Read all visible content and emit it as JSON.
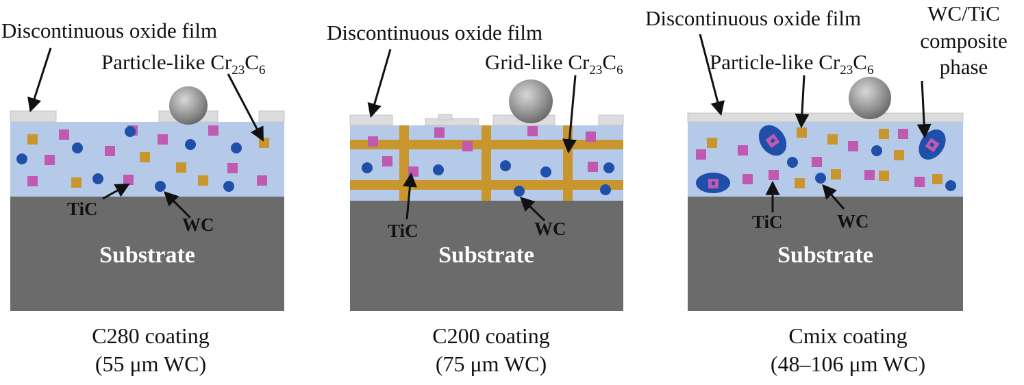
{
  "panels": [
    {
      "id": "c280",
      "labels": {
        "oxide": "Discontinuous oxide film",
        "carbide_prefix": "Particle-like Cr",
        "carbide_sub1": "23",
        "carbide_mid": "C",
        "carbide_sub2": "6",
        "tic": "TiC",
        "wc": "WC",
        "substrate": "Substrate"
      },
      "caption": {
        "line1": "C280 coating",
        "line2": "(55 μm WC)"
      }
    },
    {
      "id": "c200",
      "labels": {
        "oxide": "Discontinuous oxide film",
        "carbide_prefix": "Grid-like Cr",
        "carbide_sub1": "23",
        "carbide_mid": "C",
        "carbide_sub2": "6",
        "tic": "TiC",
        "wc": "WC",
        "substrate": "Substrate"
      },
      "caption": {
        "line1": "C200 coating",
        "line2": "(75 μm WC)"
      }
    },
    {
      "id": "cmix",
      "labels": {
        "oxide": "Discontinuous oxide film",
        "carbide_prefix": "Particle-like Cr",
        "carbide_sub1": "23",
        "carbide_mid": "C",
        "carbide_sub2": "6",
        "tic": "TiC",
        "wc": "WC",
        "substrate": "Substrate",
        "composite_line1": "WC/TiC",
        "composite_line2": "composite",
        "composite_line3": "phase"
      },
      "caption": {
        "line1": "Cmix coating",
        "line2": "(48–106 μm WC)"
      }
    }
  ],
  "colors": {
    "coating": "#b5c9e9",
    "substrate": "#6b6b6b",
    "oxide": "#dcdcdc",
    "tic": "#c05ab0",
    "wc": "#1f4fa8",
    "cr23c6": "#c9962e",
    "sphere": "#8a8a8a"
  }
}
